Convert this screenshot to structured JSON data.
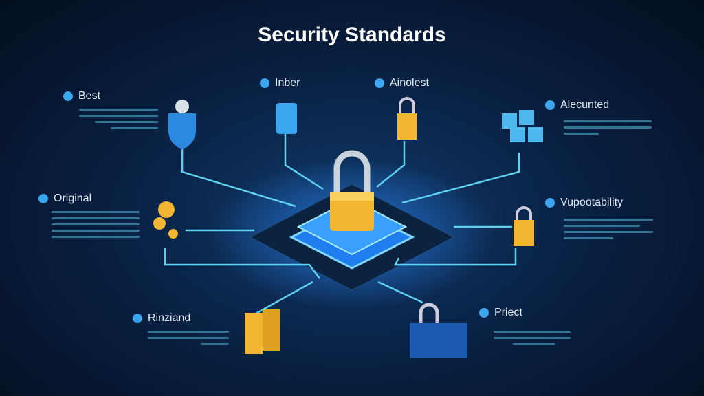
{
  "title": "Security Standards",
  "nodes": [
    {
      "label": "Best",
      "icon": "shield-lock-icon"
    },
    {
      "label": "Inber",
      "icon": "phone-lock-icon"
    },
    {
      "label": "Ainolest",
      "icon": "padlock-icon"
    },
    {
      "label": "Alecunted",
      "icon": "cubes-icon"
    },
    {
      "label": "Original",
      "icon": "coins-icon"
    },
    {
      "label": "Vupootability",
      "icon": "padlock-icon"
    },
    {
      "label": "Rinziand",
      "icon": "box-icon"
    },
    {
      "label": "Priect",
      "icon": "lock-box-icon"
    }
  ],
  "colors": {
    "accent": "#3aa6ee",
    "line": "#5fd0f0",
    "lock": "#f2b632"
  }
}
